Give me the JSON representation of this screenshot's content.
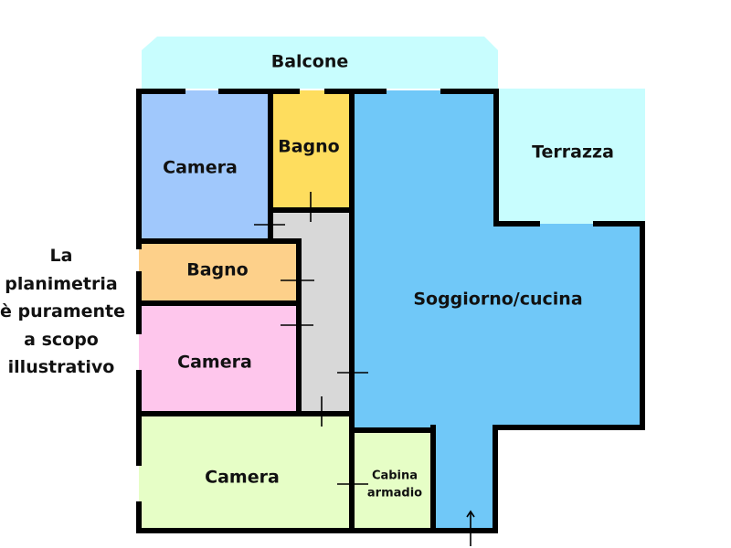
{
  "rooms": {
    "balcone": {
      "label": "Balcone",
      "color": "#c8fdfe"
    },
    "terrazza": {
      "label": "Terrazza",
      "color": "#c8fdfe"
    },
    "camera_1": {
      "label": "Camera",
      "color": "#a0c8fc"
    },
    "bagno_1": {
      "label": "Bagno",
      "color": "#fedd5e"
    },
    "corridoio": {
      "label": "",
      "color": "#d8d8d8"
    },
    "bagno_2": {
      "label": "Bagno",
      "color": "#fdd08a"
    },
    "camera_2": {
      "label": "Camera",
      "color": "#fec6ec"
    },
    "camera_3": {
      "label": "Camera",
      "color": "#e6fec6"
    },
    "cabina": {
      "label_line1": "Cabina",
      "label_line2": "armadio",
      "color": "#e6fec6"
    },
    "soggiorno": {
      "label": "Soggiorno/cucina",
      "color": "#70c8f8"
    }
  },
  "disclaimer": {
    "lines": [
      "La",
      "planimetria",
      "è puramente",
      "a scopo",
      "illustrativo"
    ]
  },
  "wall_color": "#000000"
}
